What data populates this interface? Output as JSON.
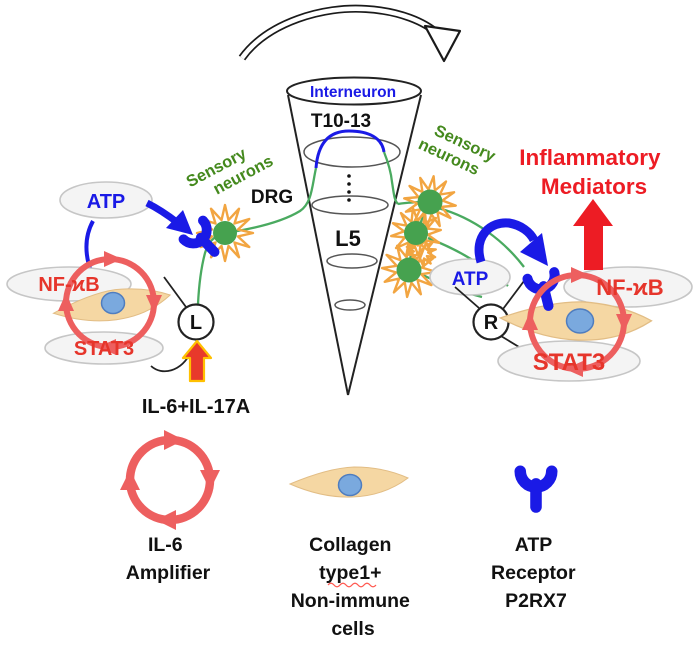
{
  "spinal_cord": {
    "interneuron_label": "Interneuron",
    "upper_segments_label": "T10-13",
    "lower_segment_label": "L5",
    "drg_label": "DRG"
  },
  "left_side": {
    "sensory_line1": "Sensory",
    "sensory_line2": "neurons",
    "atp_label": "ATP",
    "nfkb_label": "NF-ϰB",
    "stat3_label": "STAT3",
    "node_label": "L",
    "input_label": "IL-6+IL-17A"
  },
  "right_side": {
    "sensory_line1": "Sensory",
    "sensory_line2": "neurons",
    "atp_label": "ATP",
    "nfkb_label": "NF-ϰB",
    "stat3_label": "STAT3",
    "node_label": "R",
    "output_line1": "Inflammatory",
    "output_line2": "Mediators"
  },
  "legend": {
    "il6_amplifier": {
      "icon": "il6-amplifier-loop-icon",
      "line1": "IL-6",
      "line2": "Amplifier"
    },
    "collagen_cells": {
      "icon": "collagen-cell-icon",
      "line1": "Collagen",
      "line2": "type1+",
      "line3": "Non-immune",
      "line4": "cells"
    },
    "atp_receptor": {
      "icon": "atp-receptor-icon",
      "line1": "ATP",
      "line2": "Receptor",
      "line3": "P2RX7"
    }
  },
  "icons": {
    "rotation_arrow": "curved-rotation-arrow-icon",
    "starburst": "nerve-terminal-starburst-icon",
    "neuron_soma": "green-neuron-soma-icon",
    "up_arrow_left": "yellow-outlined-red-up-arrow-icon",
    "up_arrow_right": "red-up-arrow-icon"
  },
  "colors": {
    "blue": "#1a1ae6",
    "loop_salmon": "#ed5f5f",
    "label_red": "#e6352b",
    "bright_red": "#ed1c24",
    "fiber_green": "#4aaa60",
    "soma_green": "#46a24f",
    "text_green": "#44891d",
    "starburst_orange": "#f2a541",
    "cell_tan": "#f5d7a3",
    "nucleus_blue": "#7aa9de",
    "arrow_outline_yellow": "#ffc000"
  }
}
